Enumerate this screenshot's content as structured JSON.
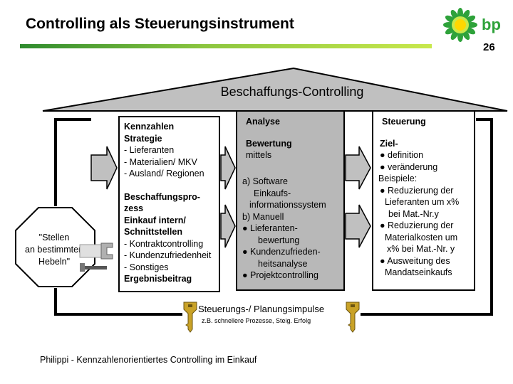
{
  "header": {
    "title": "Controlling als Steuerungsinstrument",
    "slide_number": "26",
    "logo_text": "bp",
    "colors": {
      "logo_green": "#2ea23a",
      "logo_yellow": "#ffd700"
    }
  },
  "diagram": {
    "roof_label": "Beschaffungs-Controlling",
    "octagon_label": [
      "\"Stellen",
      "an bestimmten",
      "Hebeln\""
    ],
    "kennzahlen_box": {
      "lines": [
        {
          "text": "Kennzahlen",
          "bold": true
        },
        {
          "text": "Strategie",
          "bold": true
        },
        {
          "text": "- Lieferanten",
          "bold": false
        },
        {
          "text": "- Materialien/ MKV",
          "bold": false
        },
        {
          "text": "- Ausland/ Regionen",
          "bold": false
        },
        {
          "text": "",
          "bold": false
        },
        {
          "text": "Beschaffungspro-",
          "bold": true
        },
        {
          "text": "zess",
          "bold": true
        },
        {
          "text": "Einkauf intern/",
          "bold": true
        },
        {
          "text": "Schnittstellen",
          "bold": true
        },
        {
          "text": "- Kontraktcontrolling",
          "bold": false
        },
        {
          "text": "- Kundenzufriedenheit",
          "bold": false
        },
        {
          "text": "- Sonstiges",
          "bold": false
        },
        {
          "text": "Ergebnisbeitrag",
          "bold": true
        }
      ]
    },
    "analyse_box": {
      "heading": "Analyse",
      "bewertung": "Bewertung",
      "mittels": "mittels",
      "lines": [
        "a) Software",
        "Einkaufs-",
        "informationssystem",
        "b) Manuell",
        "● Lieferanten-",
        "bewertung",
        "● Kundenzufrieden-",
        "heitsanalyse",
        "● Projektcontrolling"
      ]
    },
    "steuerung_box": {
      "heading": "Steuerung",
      "ziel": "Ziel-",
      "lines": [
        "● definition",
        "● veränderung",
        "Beispiele:",
        "● Reduzierung der",
        "Lieferanten um x%",
        "bei Mat.-Nr.y",
        "● Reduzierung der",
        "Materialkosten um",
        "x% bei Mat.-Nr. y",
        "● Ausweitung des",
        "Mandatseinkaufs"
      ]
    },
    "bottom_label": "Steuerungs-/ Planungsimpulse",
    "bottom_sublabel": "z.B. schnellere Prozesse, Steig. Erfolg"
  },
  "footer": {
    "text": "Philippi  - Kennzahlenorientiertes Controlling im Einkauf"
  }
}
